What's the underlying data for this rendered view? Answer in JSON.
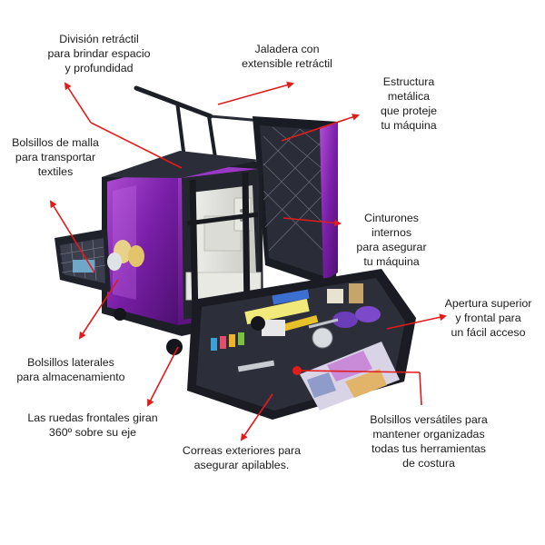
{
  "colors": {
    "bag": "#7a1fa8",
    "bag_light": "#b14fd6",
    "frame": "#1d1f27",
    "arrow": "#e21b1b",
    "background": "#ffffff"
  },
  "annotations": [
    {
      "id": "retractable-divider",
      "text": "División retráctil\npara brindar espacio\ny profundidad"
    },
    {
      "id": "retractable-handle",
      "text": "Jaladera con\nextensible retráctil"
    },
    {
      "id": "metal-frame",
      "text": "Estructura\nmetálica\nque proteje\ntu máquina"
    },
    {
      "id": "mesh-pockets",
      "text": "Bolsillos de malla\npara transportar\ntextiles"
    },
    {
      "id": "internal-belts",
      "text": "Cinturones\ninternos\npara asegurar\ntu máquina"
    },
    {
      "id": "top-front-opening",
      "text": "Apertura superior\ny frontal para\nun fácil acceso"
    },
    {
      "id": "side-pockets",
      "text": "Bolsillos laterales\npara almacenamiento"
    },
    {
      "id": "front-wheels",
      "text": "Las ruedas frontales giran\n360º sobre su eje"
    },
    {
      "id": "exterior-straps",
      "text": "Correas exteriores para\nasegurar apilables."
    },
    {
      "id": "versatile-pockets",
      "text": "Bolsillos versátiles para\nmantener organizadas\ntodas tus herramientas\nde costura"
    }
  ]
}
